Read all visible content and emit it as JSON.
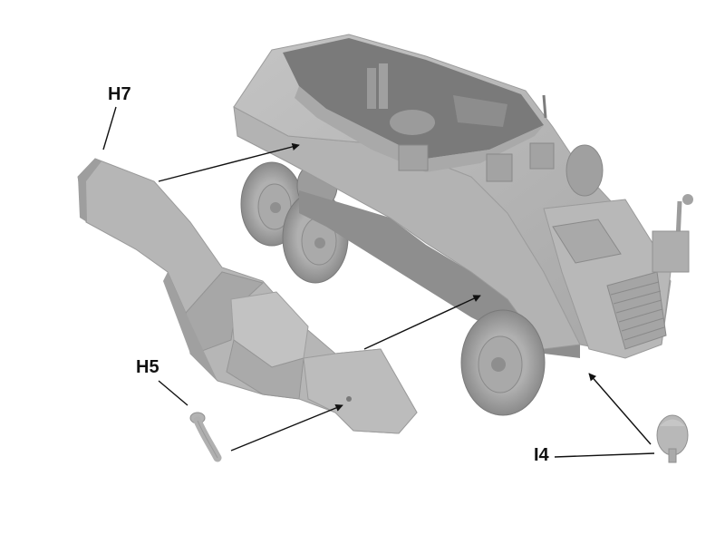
{
  "labels": {
    "h7": "H7",
    "h5": "H5",
    "i4": "I4"
  },
  "colors": {
    "model_light": "#bdbdbd",
    "model_mid": "#a8a8a8",
    "model_dark": "#8c8c8c",
    "model_shadow": "#5e5e5e",
    "tire": "#9a9a9a",
    "leader_line": "#111111"
  }
}
